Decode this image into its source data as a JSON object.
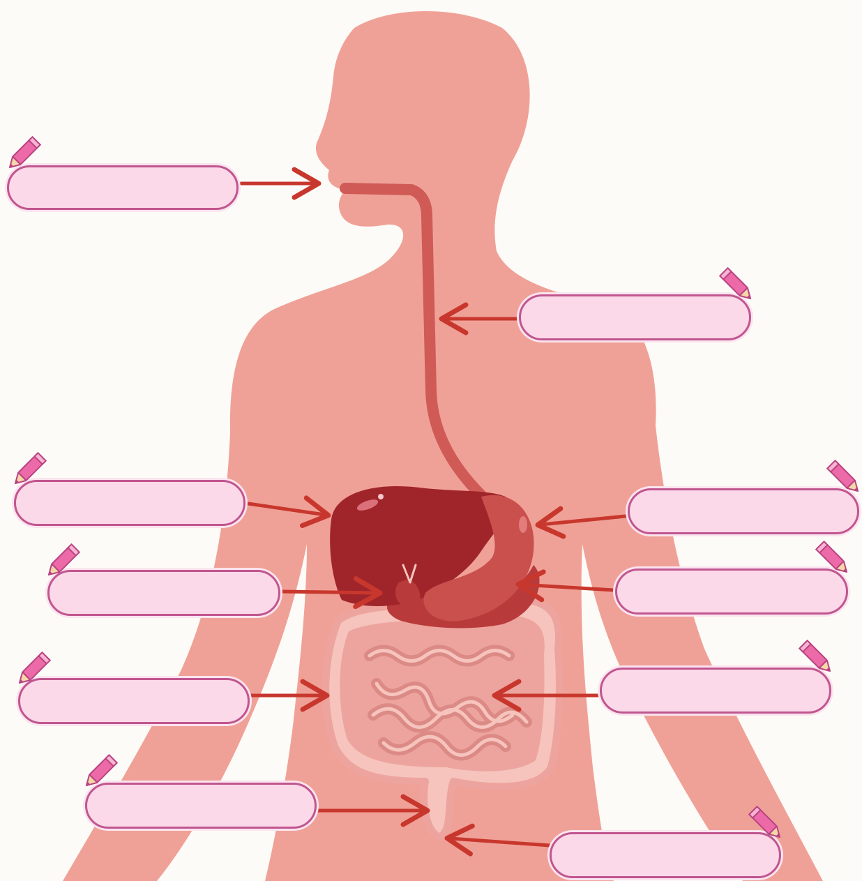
{
  "colors": {
    "background": "#fdfbf7",
    "body": "#f0a197",
    "esophagus": "#cf5a56",
    "liver": "#a0252b",
    "stomach": "#c9504d",
    "gallbladder": "#b93a3a",
    "intestine_fill": "#eda49f",
    "intestine_dark": "#dc8a86",
    "intestine_light": "#f6c4bd",
    "arrow": "#c8372d",
    "label_fill": "#fcd9e8",
    "label_border": "#c0568f",
    "pencil": "#ec6aa8"
  },
  "labels": [
    {
      "id": "mouth",
      "text": "",
      "placeholder": ""
    },
    {
      "id": "esophagus",
      "text": "",
      "placeholder": ""
    },
    {
      "id": "liver",
      "text": "",
      "placeholder": ""
    },
    {
      "id": "stomach",
      "text": "",
      "placeholder": ""
    },
    {
      "id": "gallbladder",
      "text": "",
      "placeholder": ""
    },
    {
      "id": "pancreas",
      "text": "",
      "placeholder": ""
    },
    {
      "id": "large-intestine",
      "text": "",
      "placeholder": ""
    },
    {
      "id": "small-intestine",
      "text": "",
      "placeholder": ""
    },
    {
      "id": "rectum",
      "text": "",
      "placeholder": ""
    },
    {
      "id": "anus",
      "text": "",
      "placeholder": ""
    }
  ],
  "icons": {
    "pencil": "pencil-icon",
    "arrow": "arrow-icon"
  }
}
